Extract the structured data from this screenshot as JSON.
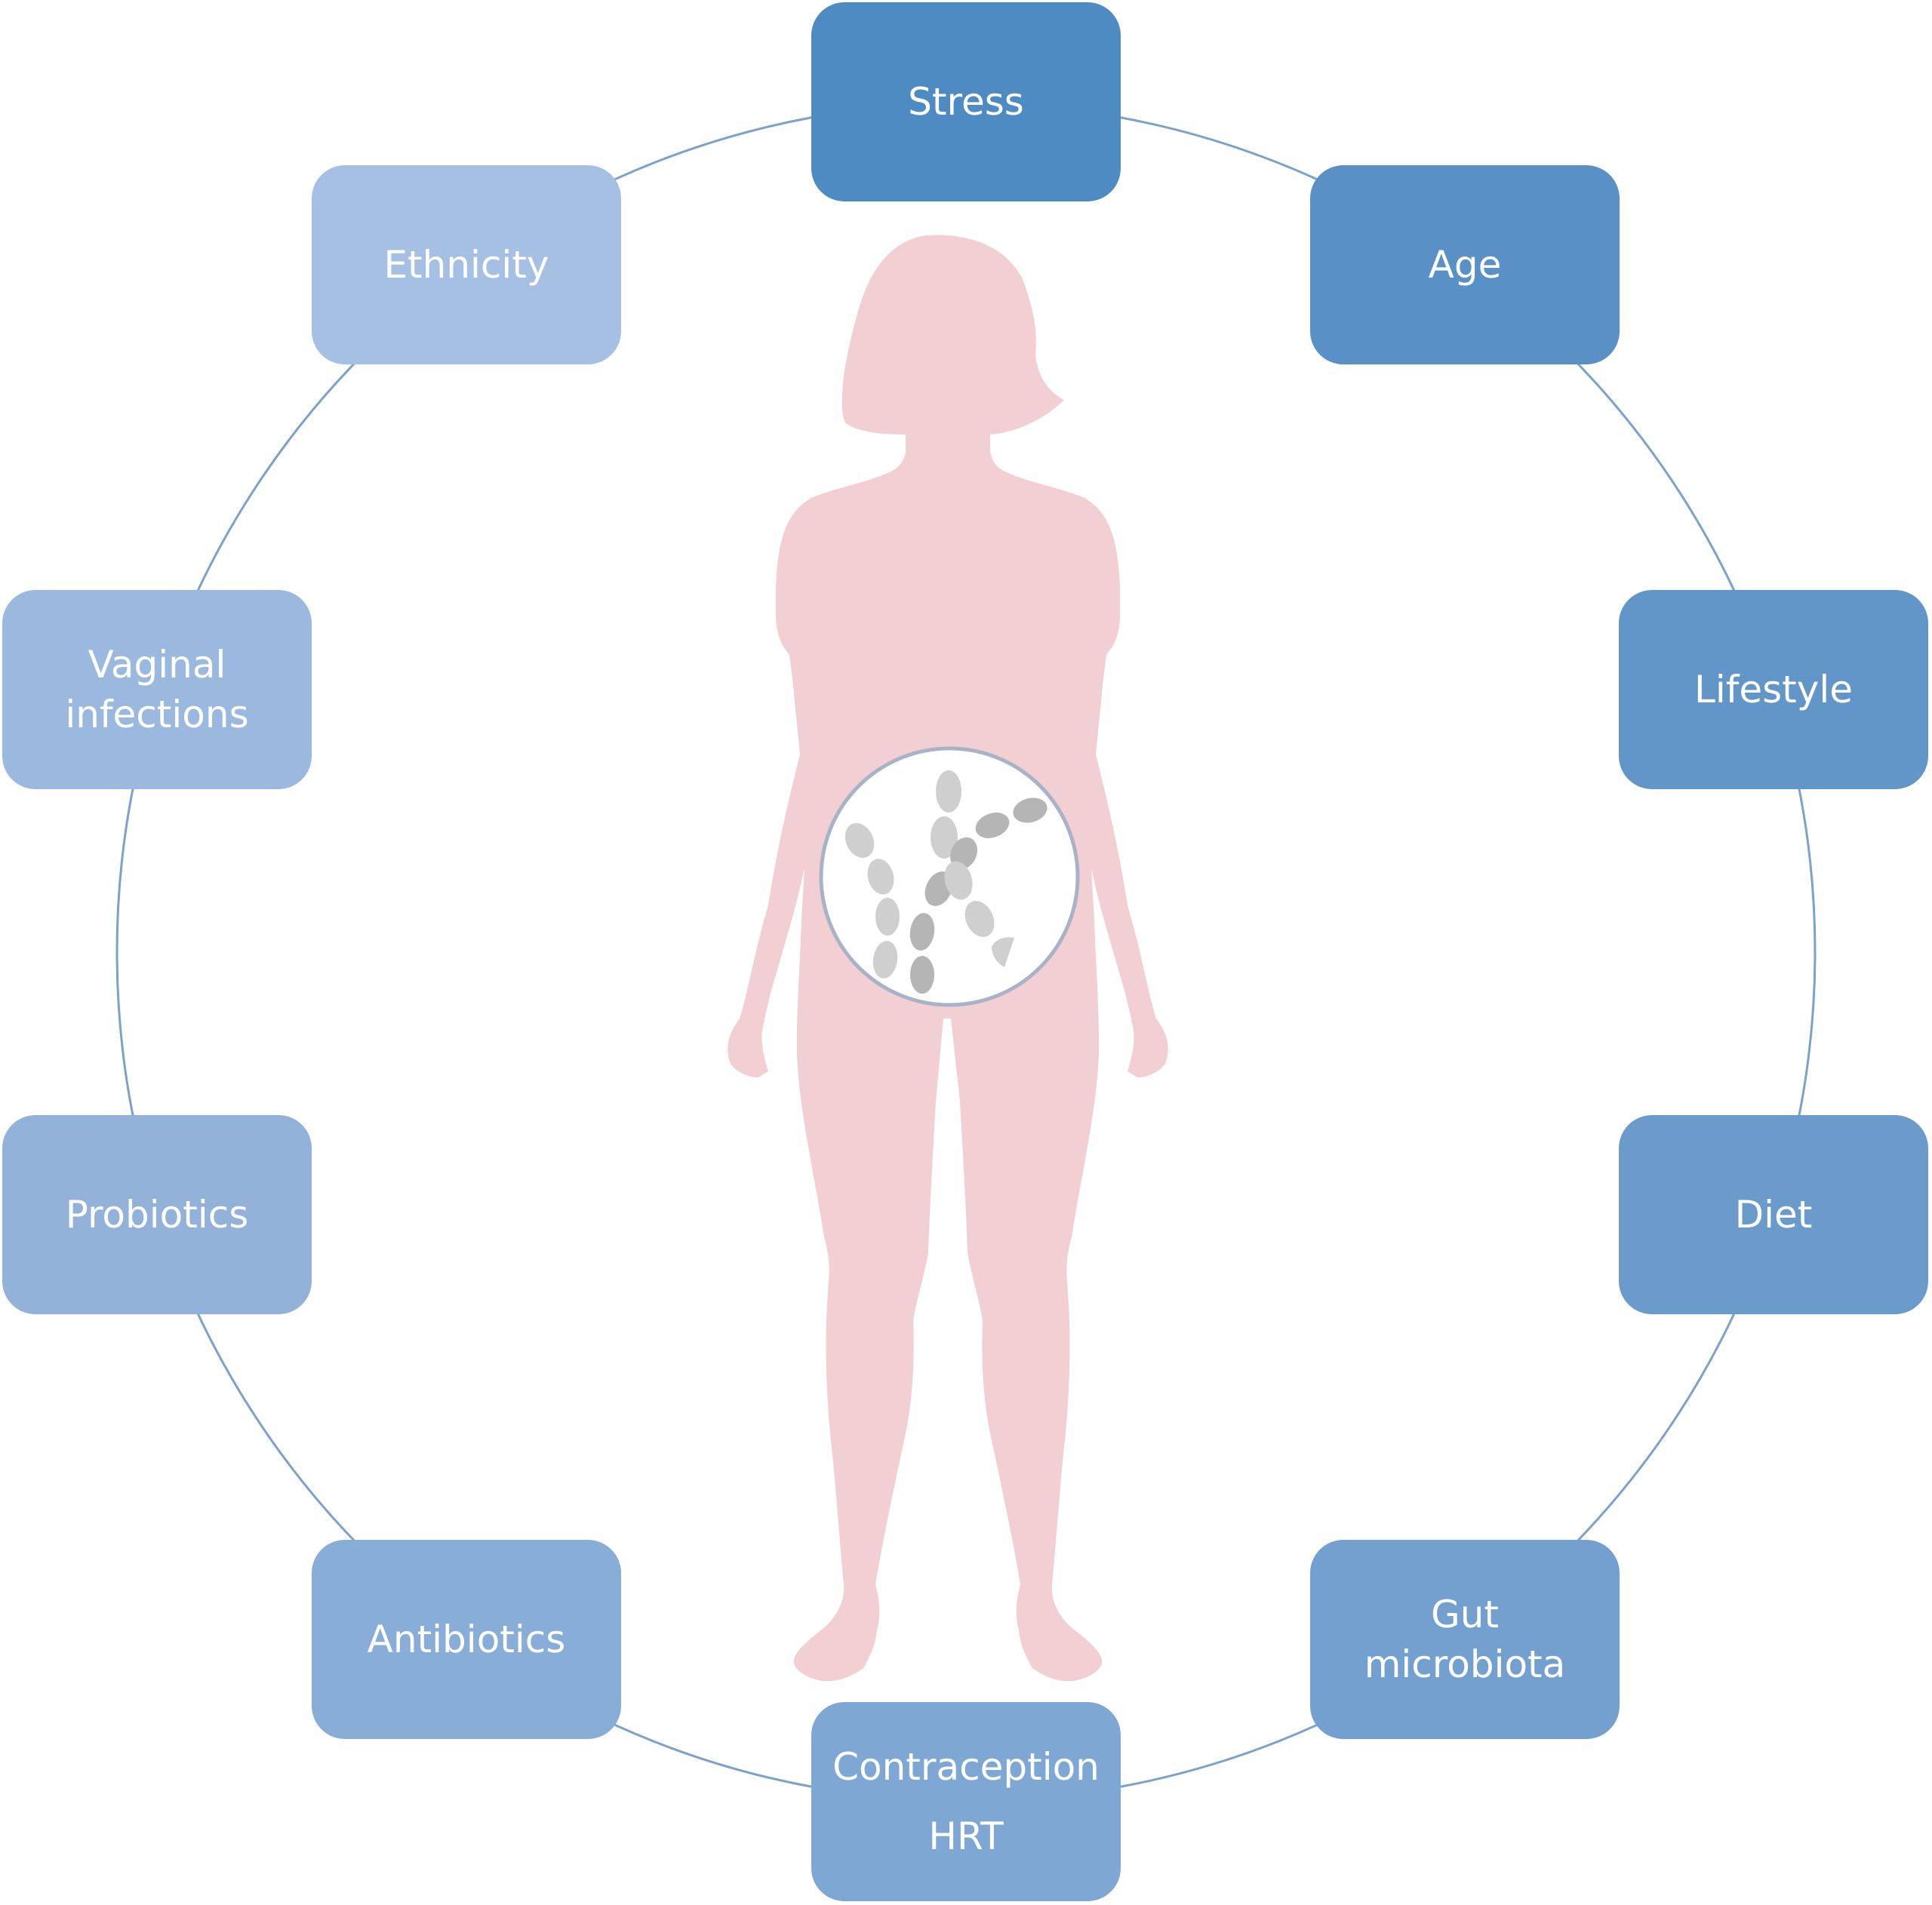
{
  "diagram": {
    "title": "Factors influencing the vaginal microbiota",
    "center_figure": "female-silhouette",
    "center_detail": "magnified-microbiota",
    "colors": {
      "silhouette": "#f1cfd3",
      "ring_line": "#7aa2cc",
      "magnifier_border": "#a9b3c8",
      "bacteria_light": "#cfcfcf",
      "bacteria_dark": "#b3b3b3",
      "text": "#ffffff"
    },
    "factors": [
      {
        "id": "stress",
        "lines": [
          "Stress"
        ],
        "color": "#4f8bc3"
      },
      {
        "id": "age",
        "lines": [
          "Age"
        ],
        "color": "#5990c6"
      },
      {
        "id": "lifestyle",
        "lines": [
          "Lifestyle"
        ],
        "color": "#6296c9"
      },
      {
        "id": "diet",
        "lines": [
          "Diet"
        ],
        "color": "#6a9bcb"
      },
      {
        "id": "gut-microbiota",
        "lines": [
          "Gut",
          "microbiota"
        ],
        "color": "#73a0cf"
      },
      {
        "id": "contraception-hrt",
        "lines": [
          "Contraception",
          "HRT"
        ],
        "color": "#7ea7d3"
      },
      {
        "id": "antibiotics",
        "lines": [
          "Antibiotics"
        ],
        "color": "#88add7"
      },
      {
        "id": "probiotics",
        "lines": [
          "Probiotics"
        ],
        "color": "#92b2da"
      },
      {
        "id": "vaginal-infections",
        "lines": [
          "Vaginal",
          "infections"
        ],
        "color": "#9bb9df"
      },
      {
        "id": "ethnicity",
        "lines": [
          "Ethnicity"
        ],
        "color": "#a5c0e3"
      }
    ]
  }
}
